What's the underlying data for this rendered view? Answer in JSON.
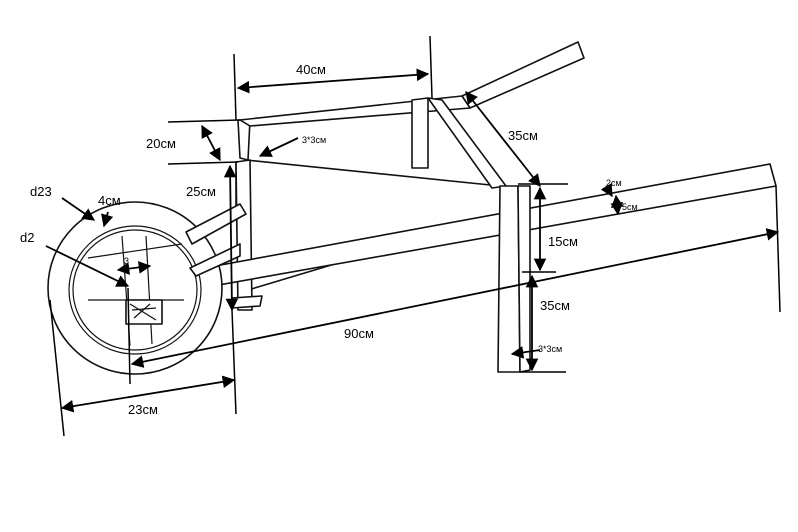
{
  "diagram": {
    "subject": "wooden wheelbarrow",
    "dimensions": {
      "top_length": "40см",
      "handle_support": "35см",
      "front_height": "20см",
      "post_section_front": "3*3см",
      "side_height": "25см",
      "wheel_diameter": "d23",
      "wheel_width": "4см",
      "axle_diameter": "d2",
      "axle_small": "3",
      "handle_2": "2см",
      "handle_5": "5см",
      "drop": "15см",
      "leg_height": "35см",
      "leg_section": "3*3см",
      "total_length": "90см",
      "wheel_offset": "23см"
    }
  }
}
